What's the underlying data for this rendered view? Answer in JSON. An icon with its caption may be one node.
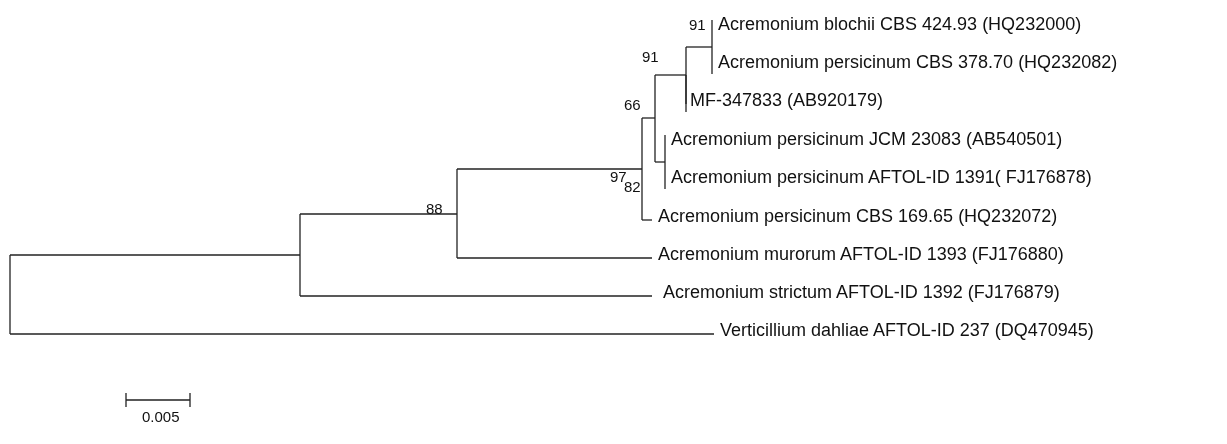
{
  "diagram": {
    "labels": [
      "91",
      "Acremonium blochii CBS 424.93 (HQ232000)",
      "91",
      "Acremonium persicinum CBS 378.70 (HQ232082)",
      "MF-347833 (AB920179)",
      "66",
      "Acremonium persicinum JCM 23083 (AB540501)",
      "97",
      "Acremonium persicinum AFTOL-ID 1391( FJ176878)",
      "82",
      "88",
      "Acremonium persicinum CBS 169.65 (HQ232072)",
      "Acremonium murorum AFTOL-ID 1393 (FJ176880)",
      "Acremonium strictum AFTOL-ID 1392 (FJ176879)",
      "Verticillium dahliae AFTOL-ID 237 (DQ470945)",
      "0.005"
    ]
  }
}
